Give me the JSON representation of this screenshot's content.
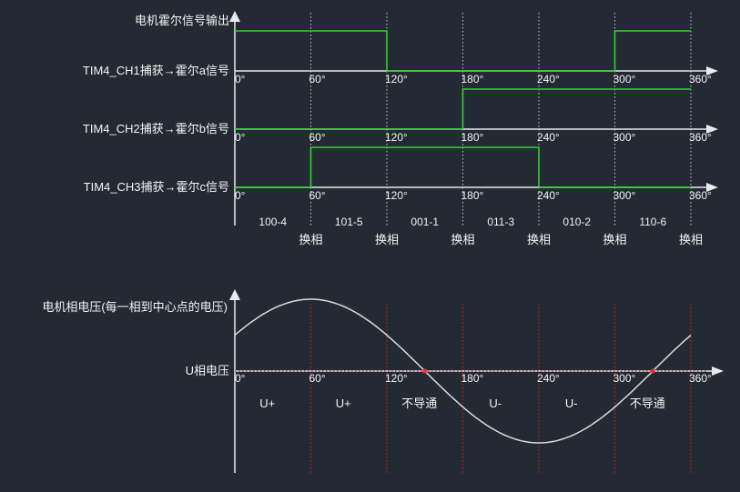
{
  "colors": {
    "background": "#242a33",
    "axis": "#e8eaee",
    "text": "#f2f4f6",
    "hall_signal": "#2fd12f",
    "dotted_grid": "#c9ced6",
    "red_grid": "#c81e1e",
    "sine": "#d9dce0",
    "zero_cross": "#ff2a2a"
  },
  "hall": {
    "title": "电机霍尔信号输出",
    "angles": [
      "0°",
      "60°",
      "120°",
      "180°",
      "240°",
      "300°",
      "360°"
    ],
    "signals": [
      {
        "label": "TIM4_CH1捕获→霍尔a信号",
        "levels": [
          1,
          1,
          0,
          0,
          0,
          1
        ]
      },
      {
        "label": "TIM4_CH2捕获→霍尔b信号",
        "levels": [
          0,
          0,
          0,
          1,
          1,
          1
        ]
      },
      {
        "label": "TIM4_CH3捕获→霍尔c信号",
        "levels": [
          0,
          1,
          1,
          1,
          0,
          0
        ]
      }
    ],
    "states": [
      "100-4",
      "101-5",
      "001-1",
      "011-3",
      "010-2",
      "110-6"
    ],
    "commutation_label": "换相"
  },
  "voltage": {
    "title": "电机相电压(每一相到中心点的电压)",
    "axis_label": "U相电压",
    "angles": [
      "0°",
      "60°",
      "120°",
      "180°",
      "240°",
      "300°",
      "360°"
    ],
    "segments": [
      "U+",
      "U+",
      "不导通",
      "U-",
      "U-",
      "不导通"
    ]
  }
}
